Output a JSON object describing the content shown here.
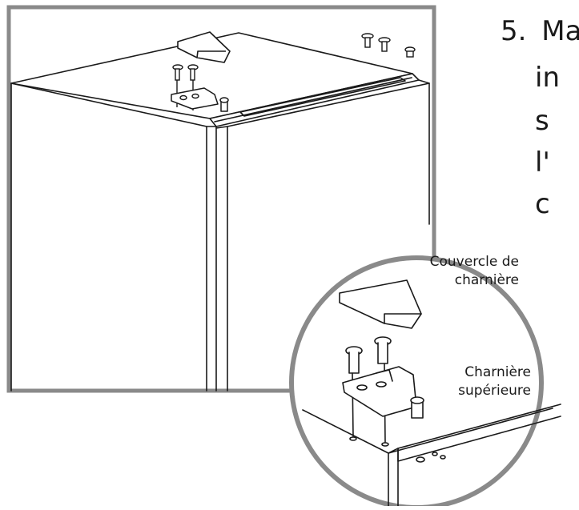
{
  "step": {
    "number": "5.",
    "lines": [
      "Ma",
      "in",
      "s",
      "l'",
      "c"
    ]
  },
  "callout": {
    "hinge_cover_label_line1": "Couvercle de",
    "hinge_cover_label_line2": "charnière",
    "top_hinge_label_line1": "Charnière",
    "top_hinge_label_line2": "supérieure"
  },
  "colors": {
    "frame": "#8a8a8a",
    "line": "#1a1a1a",
    "fill": "#ffffff"
  }
}
